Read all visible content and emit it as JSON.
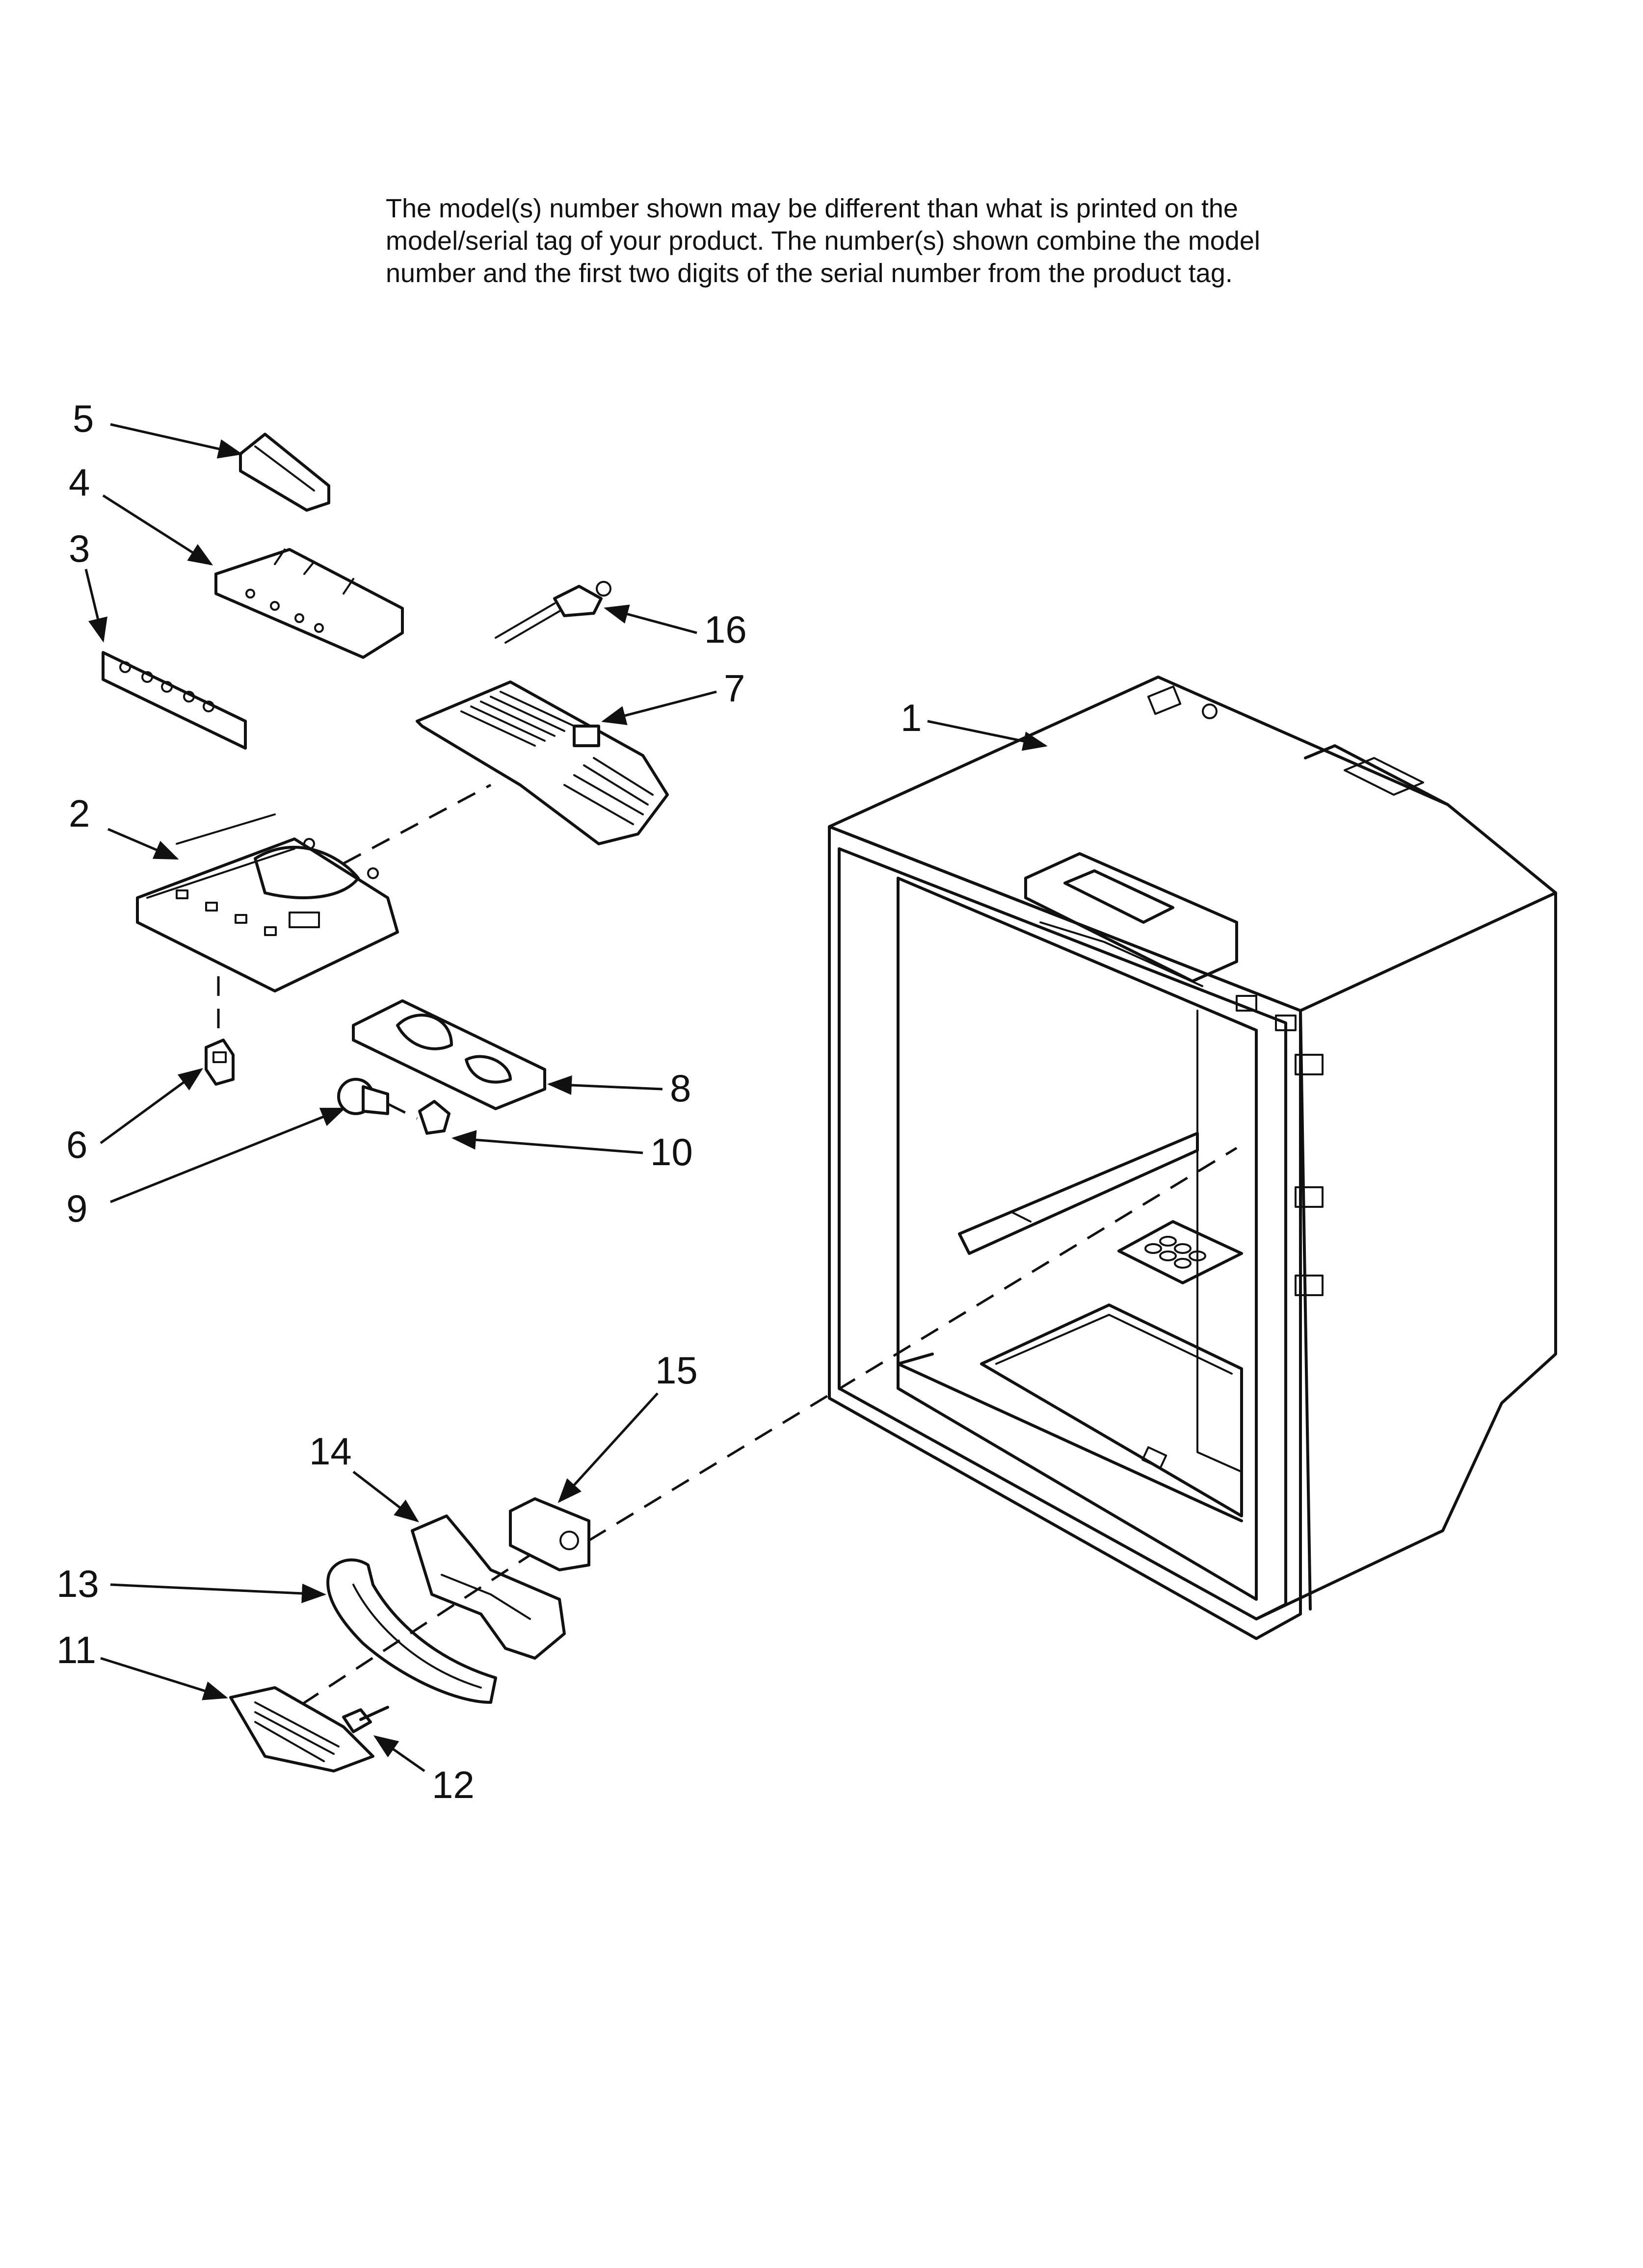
{
  "note": {
    "line1": "The model(s) number shown may be different than what is printed on the",
    "line2": "model/serial tag of your product. The number(s) shown combine the model",
    "line3": "number and the first two digits of the serial number from the product tag."
  },
  "callouts": {
    "c1": "1",
    "c2": "2",
    "c3": "3",
    "c4": "4",
    "c5": "5",
    "c6": "6",
    "c7": "7",
    "c8": "8",
    "c9": "9",
    "c10": "10",
    "c11": "11",
    "c12": "12",
    "c13": "13",
    "c14": "14",
    "c15": "15",
    "c16": "16"
  },
  "colors": {
    "ink": "#111111",
    "paper": "#ffffff"
  }
}
